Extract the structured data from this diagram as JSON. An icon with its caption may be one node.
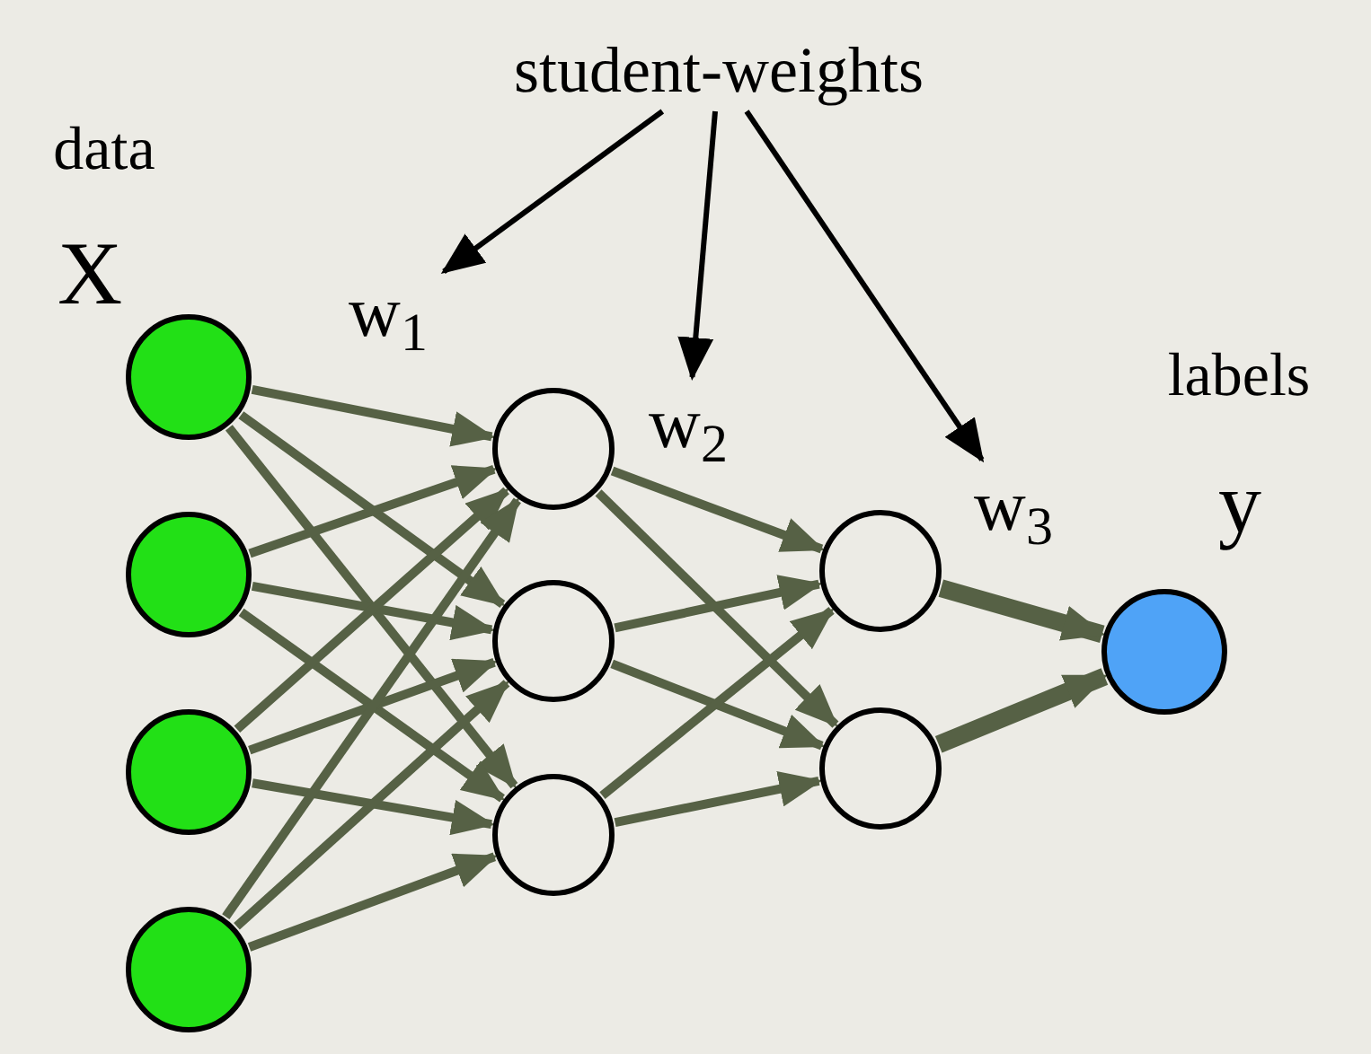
{
  "diagram": {
    "nodes": [
      {
        "text": [
          "student-weights"
        ]
      },
      {
        "text": [
          "w$_{1}$"
        ]
      },
      {
        "text": [
          "w$_{2}$"
        ]
      },
      {
        "text": [
          "w$_{3}$"
        ]
      },
      {
        "text": [],
        "shape": "circle"
      },
      {
        "text": [],
        "shape": "circle"
      },
      {
        "text": [],
        "shape": "circle"
      },
      {
        "text": [],
        "shape": "circle"
      },
      {
        "text": [],
        "shape": "circle"
      },
      {
        "text": [],
        "shape": "circle"
      },
      {
        "text": [],
        "shape": "circle"
      },
      {
        "text": [],
        "shape": "circle"
      },
      {
        "text": [],
        "shape": "circle"
      },
      {
        "text": [],
        "shape": "circle"
      }
    ],
    "edges": [
      {
        "from": 0,
        "to": 1,
        "arrow": "to",
        "color": "#000000"
      },
      {
        "from": 0,
        "to": 2,
        "arrow": "to",
        "color": "#000000"
      },
      {
        "from": 0,
        "to": 3,
        "arrow": "to",
        "color": "#000000"
      },
      {
        "from": 4,
        "to": 8,
        "arrow": "to"
      },
      {
        "from": 4,
        "to": 9,
        "arrow": "to"
      },
      {
        "from": 4,
        "to": 10,
        "arrow": "to"
      },
      {
        "from": 5,
        "to": 8,
        "arrow": "to"
      },
      {
        "from": 5,
        "to": 9,
        "arrow": "to"
      },
      {
        "from": 5,
        "to": 10,
        "arrow": "to"
      },
      {
        "from": 6,
        "to": 8,
        "arrow": "to"
      },
      {
        "from": 6,
        "to": 9,
        "arrow": "to"
      },
      {
        "from": 6,
        "to": 10,
        "arrow": "to"
      },
      {
        "from": 7,
        "to": 8,
        "arrow": "to"
      },
      {
        "from": 7,
        "to": 9,
        "arrow": "to"
      },
      {
        "from": 7,
        "to": 10,
        "arrow": "to"
      },
      {
        "from": 8,
        "to": 11,
        "arrow": "to"
      },
      {
        "from": 8,
        "to": 12,
        "arrow": "to"
      },
      {
        "from": 9,
        "to": 11,
        "arrow": "to"
      },
      {
        "from": 9,
        "to": 12,
        "arrow": "to"
      },
      {
        "from": 10,
        "to": 11,
        "arrow": "to"
      },
      {
        "from": 10,
        "to": 12,
        "arrow": "to"
      },
      {
        "from": 11,
        "to": 13,
        "arrow": "to",
        "style": "thick"
      },
      {
        "from": 12,
        "to": 13,
        "arrow": "to",
        "style": "thick"
      }
    ],
    "labels": [
      "data",
      "X",
      "labels",
      "y"
    ]
  }
}
